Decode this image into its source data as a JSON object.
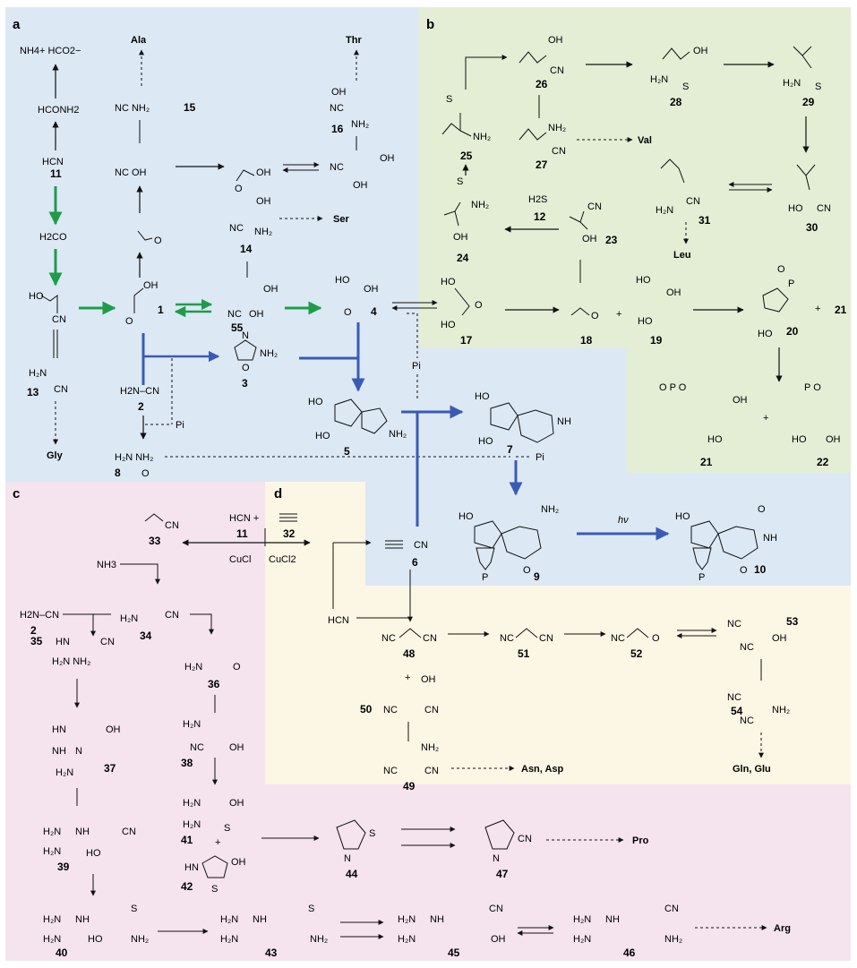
{
  "panels": {
    "a": "a",
    "b": "b",
    "c": "c",
    "d": "d"
  },
  "reagents": {
    "ammonium_bicarbonate": "NH4+ HCO2−",
    "formamide": "HCONH2",
    "hcn": "HCN",
    "formaldehyde": "H2CO",
    "cyanamide": "H2N–CN",
    "h2s": "H2S",
    "phosphate": "Pi",
    "acetylene_hcn": "HCN  +",
    "cucl": "CuCl",
    "cucl2": "CuCl2",
    "ammonia": "NH3",
    "light": "hν",
    "plus": "+"
  },
  "compound_numbers": [
    "1",
    "2",
    "3",
    "4",
    "5",
    "6",
    "7",
    "8",
    "9",
    "10",
    "11",
    "12",
    "13",
    "14",
    "15",
    "16",
    "17",
    "18",
    "19",
    "20",
    "21",
    "22",
    "23",
    "24",
    "25",
    "26",
    "27",
    "28",
    "29",
    "30",
    "31",
    "32",
    "33",
    "34",
    "35",
    "36",
    "37",
    "38",
    "39",
    "40",
    "41",
    "42",
    "43",
    "44",
    "45",
    "46",
    "47",
    "48",
    "49",
    "50",
    "51",
    "52",
    "53",
    "54",
    "55"
  ],
  "products": {
    "gly": "Gly",
    "ala": "Ala",
    "thr": "Thr",
    "ser": "Ser",
    "val": "Val",
    "leu": "Leu",
    "pro": "Pro",
    "arg": "Arg",
    "asn_asp": "Asn, Asp",
    "gln_glu": "Gln, Glu"
  },
  "colors": {
    "panel_a": "#dce8f4",
    "panel_b": "#e3eed5",
    "panel_c": "#f5e3ee",
    "panel_d": "#fcf6e4",
    "green_arrow": "#1f9c4a",
    "blue_arrow": "#3a5bb5",
    "black": "#111111"
  }
}
